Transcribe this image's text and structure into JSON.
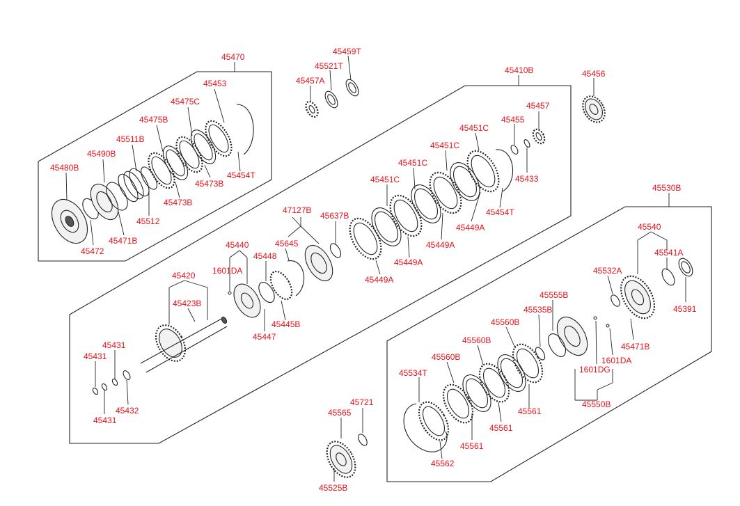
{
  "labels": {
    "p45470": "45470",
    "p45453": "45453",
    "p45475C": "45475C",
    "p45475B": "45475B",
    "p45511B": "45511B",
    "p45490B": "45490B",
    "p45480B": "45480B",
    "p45454T_a": "45454T",
    "p45473B_a": "45473B",
    "p45473B_b": "45473B",
    "p45512": "45512",
    "p45471B_a": "45471B",
    "p45472": "45472",
    "p45459T": "45459T",
    "p45521T": "45521T",
    "p45457A": "45457A",
    "p45410B": "45410B",
    "p45456": "45456",
    "p45457": "45457",
    "p45455": "45455",
    "p45451C_a": "45451C",
    "p45451C_b": "45451C",
    "p45451C_c": "45451C",
    "p45451C_d": "45451C",
    "p45433": "45433",
    "p45454T_b": "45454T",
    "p45449A_a": "45449A",
    "p45449A_b": "45449A",
    "p45449A_c": "45449A",
    "p45449A_d": "45449A",
    "p47127B": "47127B",
    "p45637B": "45637B",
    "p45440": "45440",
    "p45645": "45645",
    "p1601DA_a": "1601DA",
    "p45448": "45448",
    "p45445B": "45445B",
    "p45447": "45447",
    "p45420": "45420",
    "p45423B": "45423B",
    "p45431_a": "45431",
    "p45431_b": "45431",
    "p45431_c": "45431",
    "p45432": "45432",
    "p45530B": "45530B",
    "p45540": "45540",
    "p45541A": "45541A",
    "p45532A": "45532A",
    "p45391": "45391",
    "p45471B_b": "45471B",
    "p45555B": "45555B",
    "p45535B": "45535B",
    "p45560B_a": "45560B",
    "p45560B_b": "45560B",
    "p45560B_c": "45560B",
    "p1601DA_b": "1601DA",
    "p1601DG": "1601DG",
    "p45534T": "45534T",
    "p45561_a": "45561",
    "p45561_b": "45561",
    "p45561_c": "45561",
    "p45550B": "45550B",
    "p45562": "45562",
    "p45721": "45721",
    "p45565": "45565",
    "p45525B": "45525B"
  }
}
